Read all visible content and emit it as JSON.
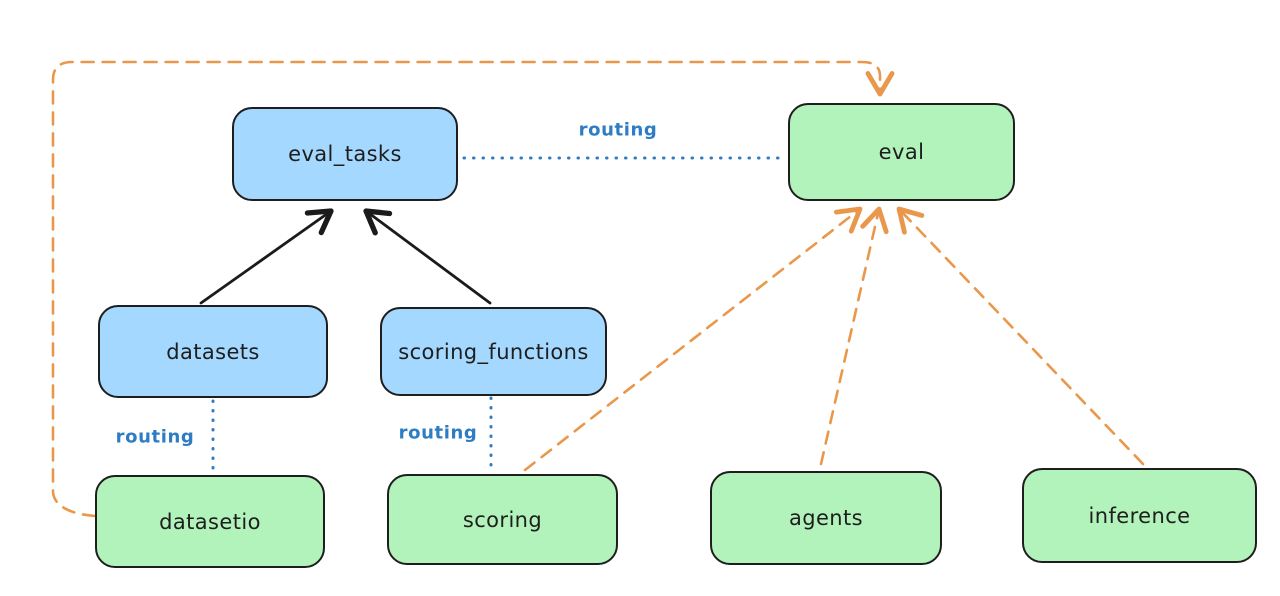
{
  "colors": {
    "background": "#ffffff",
    "node_border": "#1e1e1e",
    "blue_node_fill": "#a5d8ff",
    "green_node_fill": "#b2f2bb",
    "orange_edge": "#e9984b",
    "blue_edge": "#2e7cc3",
    "black_edge": "#1b1b1b"
  },
  "nodes": {
    "eval_tasks": {
      "label": "eval_tasks",
      "color": "blue"
    },
    "eval": {
      "label": "eval",
      "color": "green"
    },
    "datasets": {
      "label": "datasets",
      "color": "blue"
    },
    "scoring_functions": {
      "label": "scoring_functions",
      "color": "blue"
    },
    "datasetio": {
      "label": "datasetio",
      "color": "green"
    },
    "scoring": {
      "label": "scoring",
      "color": "green"
    },
    "agents": {
      "label": "agents",
      "color": "green"
    },
    "inference": {
      "label": "inference",
      "color": "green"
    }
  },
  "edge_labels": {
    "routing_top": "routing",
    "routing_datasets": "routing",
    "routing_scoring": "routing"
  },
  "edges": [
    {
      "from": "datasets",
      "to": "eval_tasks",
      "style": "solid",
      "color": "black"
    },
    {
      "from": "scoring_functions",
      "to": "eval_tasks",
      "style": "solid",
      "color": "black"
    },
    {
      "from": "eval_tasks",
      "to": "eval",
      "style": "dotted",
      "color": "blue",
      "label": "routing"
    },
    {
      "from": "datasets",
      "to": "datasetio",
      "style": "dotted",
      "color": "blue",
      "label": "routing"
    },
    {
      "from": "scoring_functions",
      "to": "scoring",
      "style": "dotted",
      "color": "blue",
      "label": "routing"
    },
    {
      "from": "datasetio",
      "to": "eval",
      "style": "dashed",
      "color": "orange"
    },
    {
      "from": "scoring",
      "to": "eval",
      "style": "dashed",
      "color": "orange"
    },
    {
      "from": "agents",
      "to": "eval",
      "style": "dashed",
      "color": "orange"
    },
    {
      "from": "inference",
      "to": "eval",
      "style": "dashed",
      "color": "orange"
    }
  ]
}
